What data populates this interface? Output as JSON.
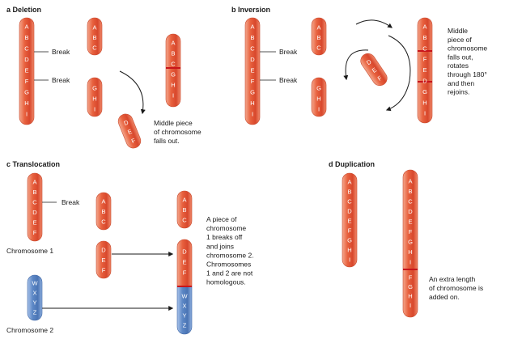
{
  "colors": {
    "chromosome_red": "#e25a3b",
    "chromosome_red_light": "#f7b9a3",
    "chromosome_blue": "#5a86c4",
    "chromosome_blue_light": "#b9cfee",
    "break_line": "#c8151b",
    "text": "#1a1a1a"
  },
  "panels": {
    "a": {
      "title": "a Deletion",
      "full": [
        "A",
        "B",
        "C",
        "D",
        "E",
        "F",
        "G",
        "H",
        "I"
      ],
      "top_piece": [
        "A",
        "B",
        "C"
      ],
      "bottom_piece": [
        "G",
        "H",
        "I"
      ],
      "result": [
        "A",
        "B",
        "C",
        "G",
        "H",
        "I"
      ],
      "lost_piece": [
        "D",
        "E",
        "F"
      ],
      "break_label_1": "Break",
      "break_label_2": "Break",
      "caption": [
        "Middle piece",
        "of chromosome",
        "falls out."
      ]
    },
    "b": {
      "title": "b Inversion",
      "full": [
        "A",
        "B",
        "C",
        "D",
        "E",
        "F",
        "G",
        "H",
        "I"
      ],
      "top_piece": [
        "A",
        "B",
        "C"
      ],
      "bottom_piece": [
        "G",
        "H",
        "I"
      ],
      "rotating_piece": [
        "D",
        "E",
        "F"
      ],
      "result": [
        "A",
        "B",
        "C",
        "F",
        "E",
        "D",
        "G",
        "H",
        "I"
      ],
      "break_label_1": "Break",
      "break_label_2": "Break",
      "caption": [
        "Middle",
        "piece of",
        "chromosome",
        "falls out,",
        "rotates",
        "through 180°",
        "and then",
        "rejoins."
      ]
    },
    "c": {
      "title": "c Translocation",
      "chromosome1": [
        "A",
        "B",
        "C",
        "D",
        "E",
        "F"
      ],
      "chromosome1_label": "Chromosome 1",
      "chromosome2": [
        "W",
        "X",
        "Y",
        "Z"
      ],
      "chromosome2_label": "Chromosome 2",
      "break_label": "Break",
      "top_piece": [
        "A",
        "B",
        "C"
      ],
      "moving_piece": [
        "D",
        "E",
        "F"
      ],
      "result_top": [
        "A",
        "B",
        "C"
      ],
      "result_bottom_red": [
        "D",
        "E",
        "F"
      ],
      "result_bottom_blue": [
        "W",
        "X",
        "Y",
        "Z"
      ],
      "caption": [
        "A piece of",
        "chromosome",
        "1 breaks off",
        "and joins",
        "chromosome 2.",
        "Chromosomes",
        "1 and 2 are not",
        "homologous."
      ]
    },
    "d": {
      "title": "d Duplication",
      "original": [
        "A",
        "B",
        "C",
        "D",
        "E",
        "F",
        "G",
        "H",
        "I"
      ],
      "result_upper": [
        "A",
        "B",
        "C",
        "D",
        "E",
        "F",
        "G",
        "H",
        "I"
      ],
      "result_lower": [
        "F",
        "G",
        "H",
        "I"
      ],
      "caption": [
        "An extra length",
        "of chromosome is",
        "added on."
      ]
    }
  }
}
